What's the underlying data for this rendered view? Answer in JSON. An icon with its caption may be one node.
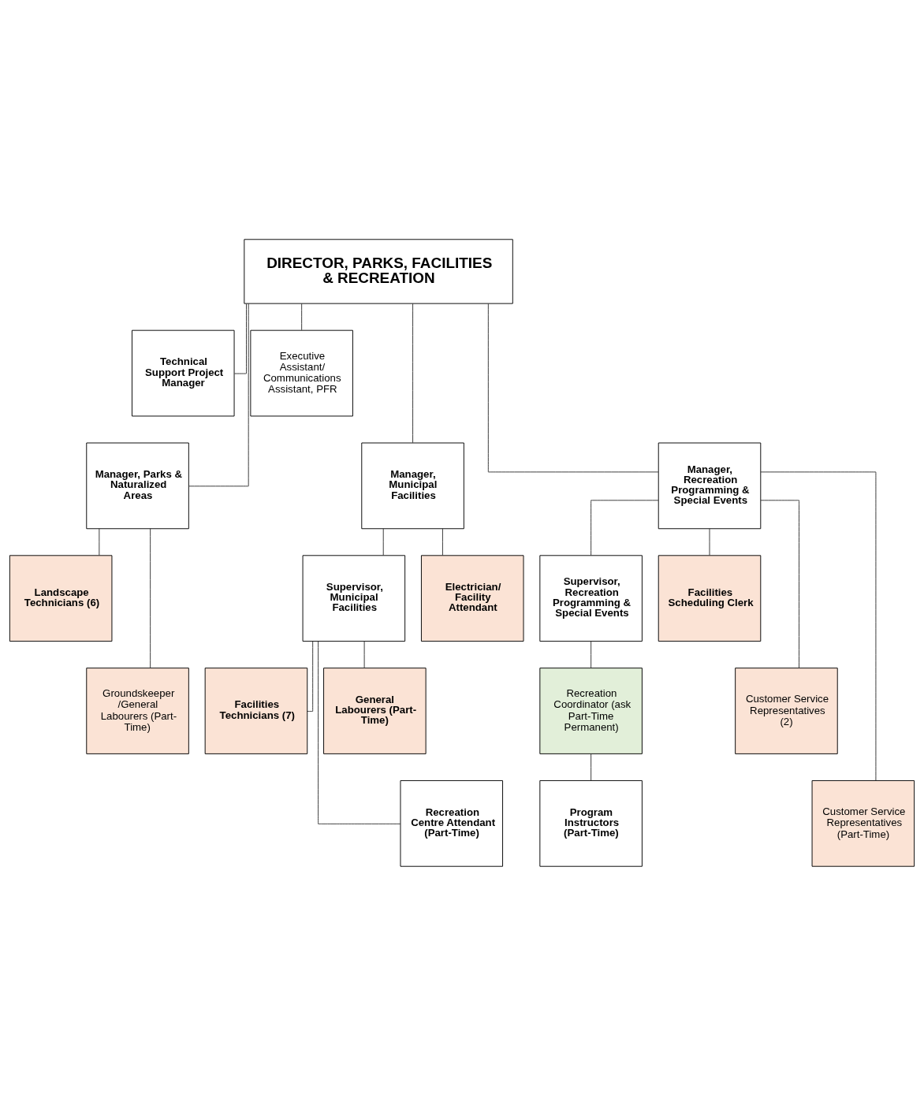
{
  "diagram": {
    "nodes": [
      {
        "text": [
          "DIRECTOR, PARKS, FACILITIES & RECREATION"
        ]
      },
      {
        "text": [
          "Technical Support Project Manager"
        ]
      },
      {
        "text": [
          "Executive Assistant/ Communications Assistant, PFR"
        ]
      },
      {
        "text": [
          "Manager, Parks & Naturalized Areas"
        ]
      },
      {
        "text": [
          "Manager, Municipal Facilities"
        ]
      },
      {
        "text": [
          "Manager, Recreation Programming & Special Events"
        ]
      },
      {
        "text": [
          "Landscape Technicians (6)"
        ]
      },
      {
        "text": [
          "Supervisor, Municipal Facilities"
        ]
      },
      {
        "text": [
          "Electrician/ Facility Attendant"
        ]
      },
      {
        "text": [
          "Supervisor, Recreation Programming & Special Events"
        ]
      },
      {
        "text": [
          "Facilities Scheduling Clerk"
        ]
      },
      {
        "text": [
          "Groundskeeper /General Labourers (Part-Time)"
        ]
      },
      {
        "text": [
          "Facilities Technicians (7)"
        ]
      },
      {
        "text": [
          "General Labourers (Part-Time)"
        ]
      },
      {
        "text": [
          "Recreation Coordinator (ask Part-Time Permanent)"
        ]
      },
      {
        "text": [
          "Customer Service Representatives (2)"
        ]
      },
      {
        "text": [
          "Recreation Centre Attendant (Part-Time)"
        ]
      },
      {
        "text": [
          "Program Instructors (Part-Time)"
        ]
      },
      {
        "text": [
          "Customer Service Representatives (Part-Time)"
        ]
      }
    ],
    "edges": [
      {
        "from": 0,
        "to": 1,
        "arrow": "none"
      },
      {
        "from": 0,
        "to": 2,
        "arrow": "none"
      },
      {
        "from": 0,
        "to": 3,
        "arrow": "none"
      },
      {
        "from": 0,
        "to": 4,
        "arrow": "none"
      },
      {
        "from": 0,
        "to": 5,
        "arrow": "none"
      },
      {
        "from": 3,
        "to": 6,
        "arrow": "none"
      },
      {
        "from": 3,
        "to": 11,
        "arrow": "none"
      },
      {
        "from": 4,
        "to": 7,
        "arrow": "none"
      },
      {
        "from": 4,
        "to": 8,
        "arrow": "none"
      },
      {
        "from": 7,
        "to": 12,
        "arrow": "none"
      },
      {
        "from": 7,
        "to": 13,
        "arrow": "none"
      },
      {
        "from": 7,
        "to": 16,
        "arrow": "none"
      },
      {
        "from": 5,
        "to": 9,
        "arrow": "none"
      },
      {
        "from": 5,
        "to": 10,
        "arrow": "none"
      },
      {
        "from": 5,
        "to": 15,
        "arrow": "none"
      },
      {
        "from": 5,
        "to": 18,
        "arrow": "none"
      },
      {
        "from": 9,
        "to": 14,
        "arrow": "none"
      },
      {
        "from": 14,
        "to": 17,
        "arrow": "none"
      }
    ]
  }
}
